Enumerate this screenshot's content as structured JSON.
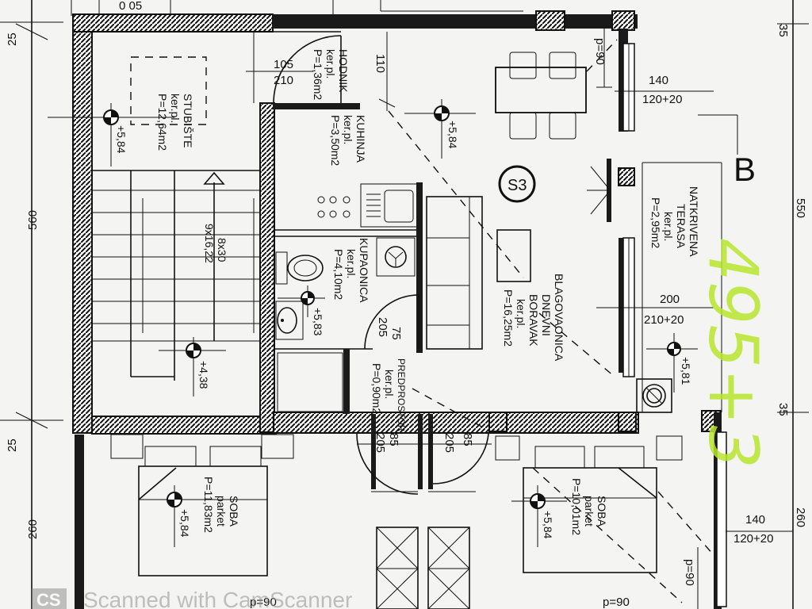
{
  "dimensions": {
    "left_25_top": "25",
    "left_560": "560",
    "left_25_bottom": "25",
    "left_260": "260",
    "right_35_top": "35",
    "right_550": "550",
    "right_35_bottom": "35",
    "right_260": "260",
    "hall_door_width": "105",
    "hall_door_height": "210",
    "hall_110": "110",
    "p90_top": "p=90",
    "window_140_top": "140",
    "window_120_20_top": "120+20",
    "window_200": "200",
    "window_210_20": "210+20",
    "window_140_bottom": "140",
    "window_120_20_bottom": "120+20",
    "bath_door_75": "75",
    "bath_door_205": "205",
    "door_85_a": "85",
    "door_205_a": "205",
    "door_85_b": "85",
    "door_205_b": "205",
    "p90_bottom_left": "p=90",
    "p90_bottom_right": "p=90",
    "p90_right_side": "p=90"
  },
  "rooms": {
    "stairs": {
      "name": "STUBIŠTE",
      "floor": "ker.pl.",
      "area": "P=12,64m2",
      "level": "+5,84",
      "steps": "8x30",
      "steps2": "9x16,22",
      "level_low": "+4,38"
    },
    "hallway": {
      "name": "HODNIK",
      "floor": "ker.pl.",
      "area": "P=1,36m2"
    },
    "kitchen": {
      "name": "KUHINJA",
      "floor": "ker.pl.",
      "area": "P=3,50m2"
    },
    "bathroom": {
      "name": "KUPAONICA",
      "floor": "ker.pl.",
      "area": "P=4,10m2",
      "level": "+5,83"
    },
    "storage": {
      "name": "PREDPROSTOR",
      "floor": "ker.pl.",
      "area": "P=0,90m2"
    },
    "living": {
      "name1": "BLAGOVAONICA",
      "name2": "DNEVNI",
      "name3": "BORAVAK",
      "floor": "ker.pl.",
      "area": "P=16,25m2",
      "level": "+5,84"
    },
    "terrace": {
      "name1": "NATKRIVENA",
      "name2": "TERASA",
      "floor": "ker.pl.",
      "area": "P=2,95m2",
      "level": "+5,81"
    },
    "bedroom1": {
      "name": "SOBA",
      "floor": "parket",
      "area": "P=11,83m2",
      "level": "+5,84"
    },
    "bedroom2": {
      "name": "SOBA",
      "floor": "parket",
      "area": "P=10,01m2",
      "level": "+5,84"
    }
  },
  "marks": {
    "unit": "S3",
    "section": "B",
    "handwritten": "495+3",
    "top_left_numbers": "0 05",
    "scanner": "Scanned with CamScanner",
    "scanner_logo": "CS"
  },
  "colors": {
    "ink": "#111111",
    "paper": "#f4f4f2",
    "highlight": "#b8e62e"
  }
}
